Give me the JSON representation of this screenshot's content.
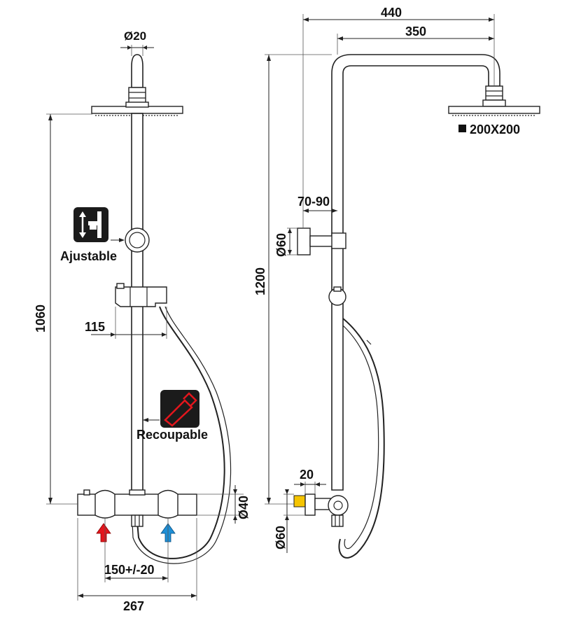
{
  "labels": {
    "d20": "Ø20",
    "h1060": "1060",
    "adjustable": "Ajustable",
    "w115": "115",
    "recoupable": "Recoupable",
    "d40": "Ø40",
    "spacing": "150+/-20",
    "w267": "267",
    "w440": "440",
    "w350": "350",
    "head_size": "200X200",
    "range": "70-90",
    "d60_top": "Ø60",
    "h1200": "1200",
    "w20": "20",
    "d60_bottom": "Ø60"
  },
  "colors": {
    "line": "#222222",
    "hot_arrow": "#e3161d",
    "cold_arrow": "#1e8fd6",
    "icon_bg": "#1b1b1b",
    "icon_accent": "#e3161d",
    "connector": "#f5c400"
  },
  "icons": {
    "adjustable": "adjustable-slider-icon",
    "recoupable": "hacksaw-cut-icon",
    "hot": "hot-water-arrow-icon",
    "cold": "cold-water-arrow-icon"
  }
}
